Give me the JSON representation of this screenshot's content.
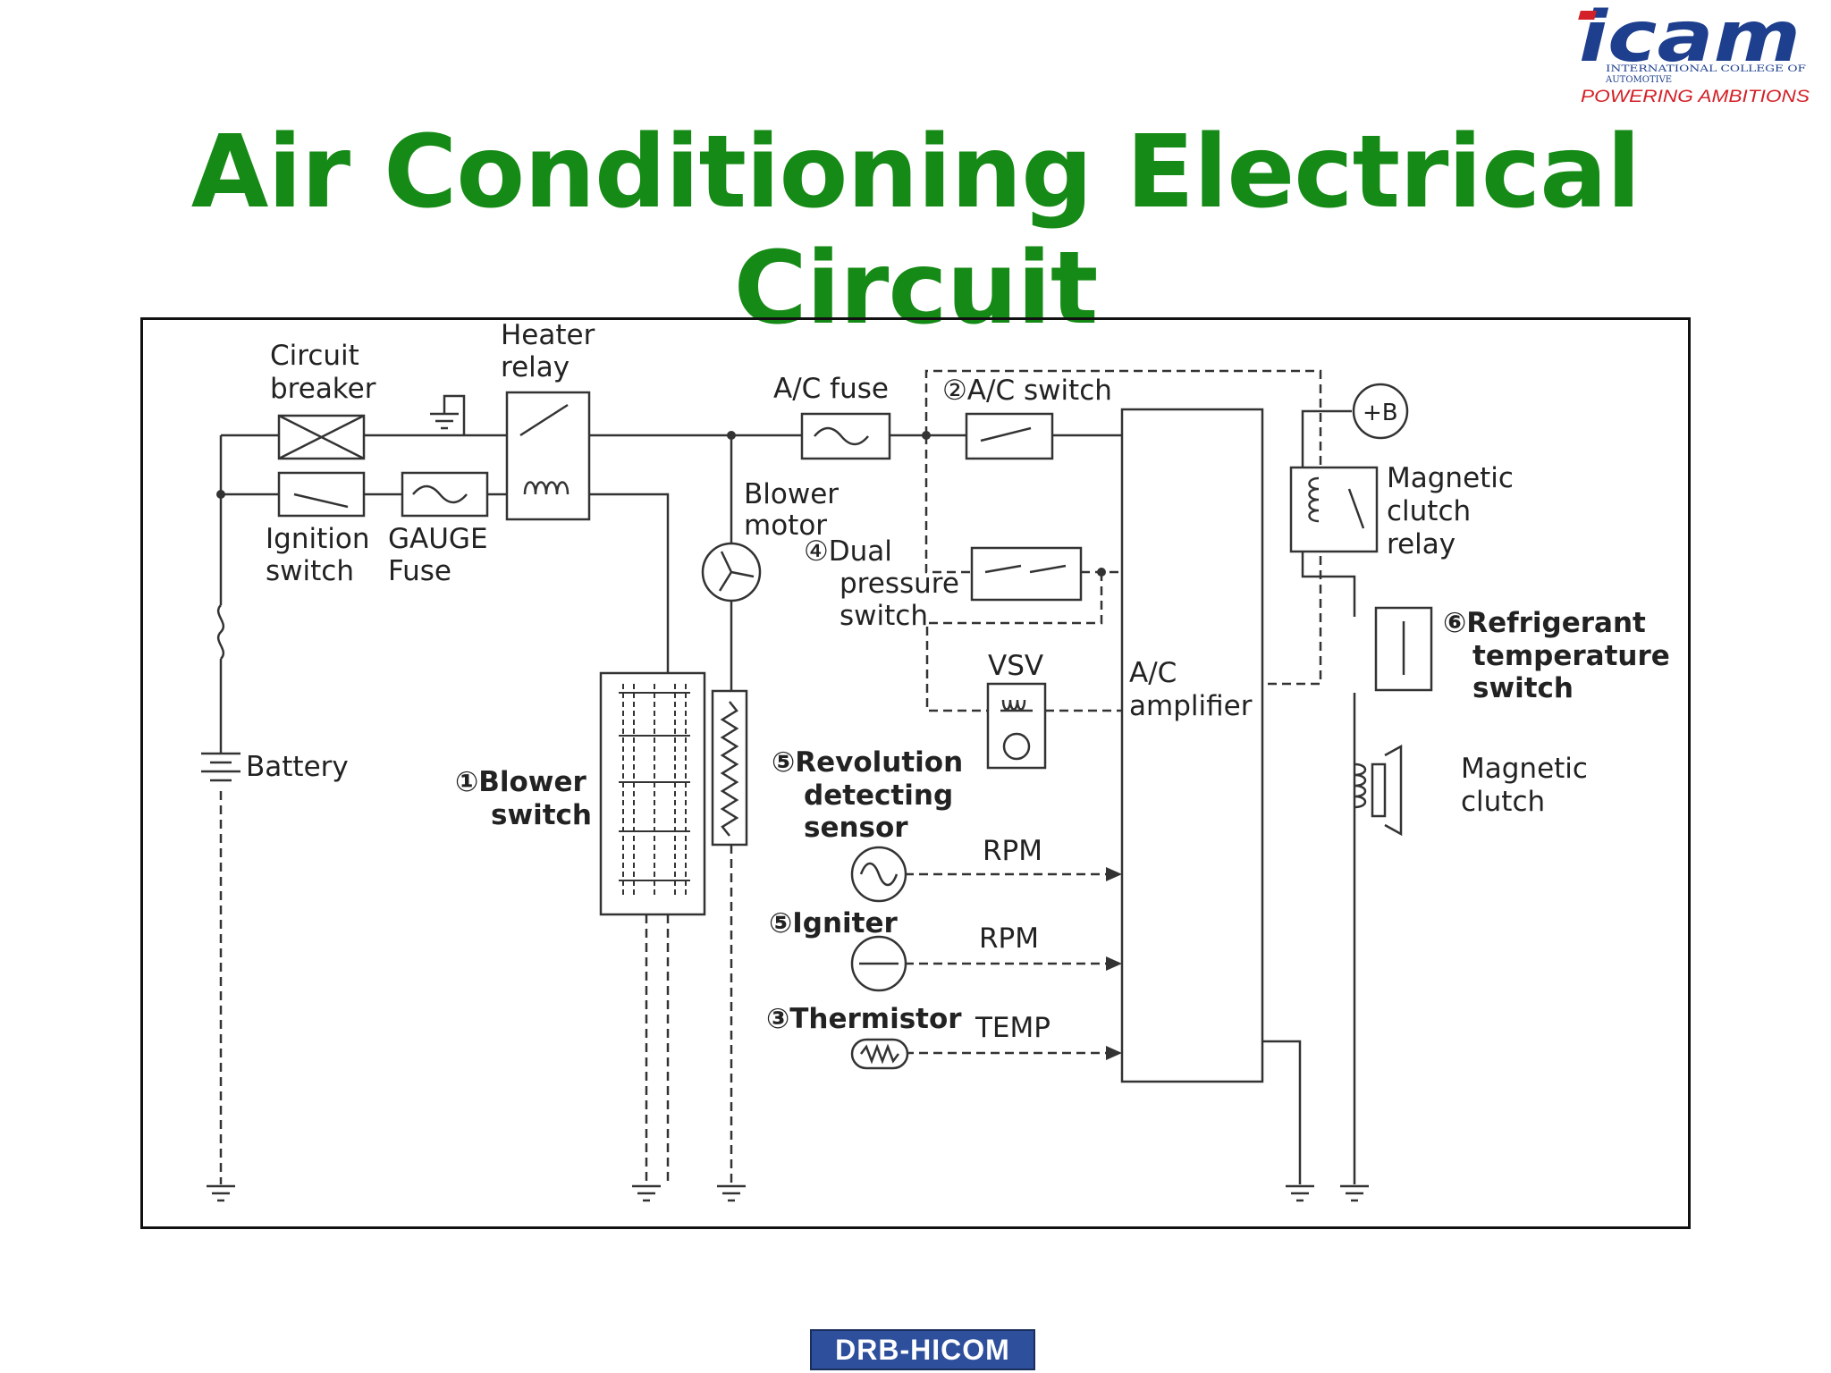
{
  "slide": {
    "title": "Air Conditioning Electrical Circuit"
  },
  "logo": {
    "wordmark": "icam",
    "line1": "INTERNATIONAL COLLEGE OF",
    "line2": "AUTOMOTIVE",
    "tagline": "POWERING AMBITIONS",
    "colors": {
      "red": "#d42027",
      "blue": "#1e3f8e"
    }
  },
  "footer": {
    "badge": "DRB-HICOM"
  },
  "diagram": {
    "labels": {
      "circuit_breaker_1": "Circuit",
      "circuit_breaker_2": "breaker",
      "heater_relay_1": "Heater",
      "heater_relay_2": "relay",
      "ac_fuse": "A/C fuse",
      "ac_switch": "②A/C switch",
      "plus_b": "+B",
      "magnetic_clutch_relay_1": "Magnetic",
      "magnetic_clutch_relay_2": "clutch",
      "magnetic_clutch_relay_3": "relay",
      "ignition_switch_1": "Ignition",
      "ignition_switch_2": "switch",
      "gauge_fuse_1": "GAUGE",
      "gauge_fuse_2": "Fuse",
      "blower_motor_1": "Blower",
      "blower_motor_2": "motor",
      "dual_pressure_1": "④Dual",
      "dual_pressure_2": "pressure",
      "dual_pressure_3": "switch",
      "refrigerant_1": "⑥Refrigerant",
      "refrigerant_2": "temperature",
      "refrigerant_3": "switch",
      "vsv": "VSV",
      "ac_amplifier_1": "A/C",
      "ac_amplifier_2": "amplifier",
      "battery": "Battery",
      "blower_switch_1": "①Blower",
      "blower_switch_2": "switch",
      "revolution_1": "⑤Revolution",
      "revolution_2": "detecting",
      "revolution_3": "sensor",
      "magnetic_clutch_1": "Magnetic",
      "magnetic_clutch_2": "clutch",
      "rpm_1": "RPM",
      "igniter": "⑤Igniter",
      "rpm_2": "RPM",
      "thermistor": "③Thermistor",
      "temp": "TEMP"
    }
  }
}
